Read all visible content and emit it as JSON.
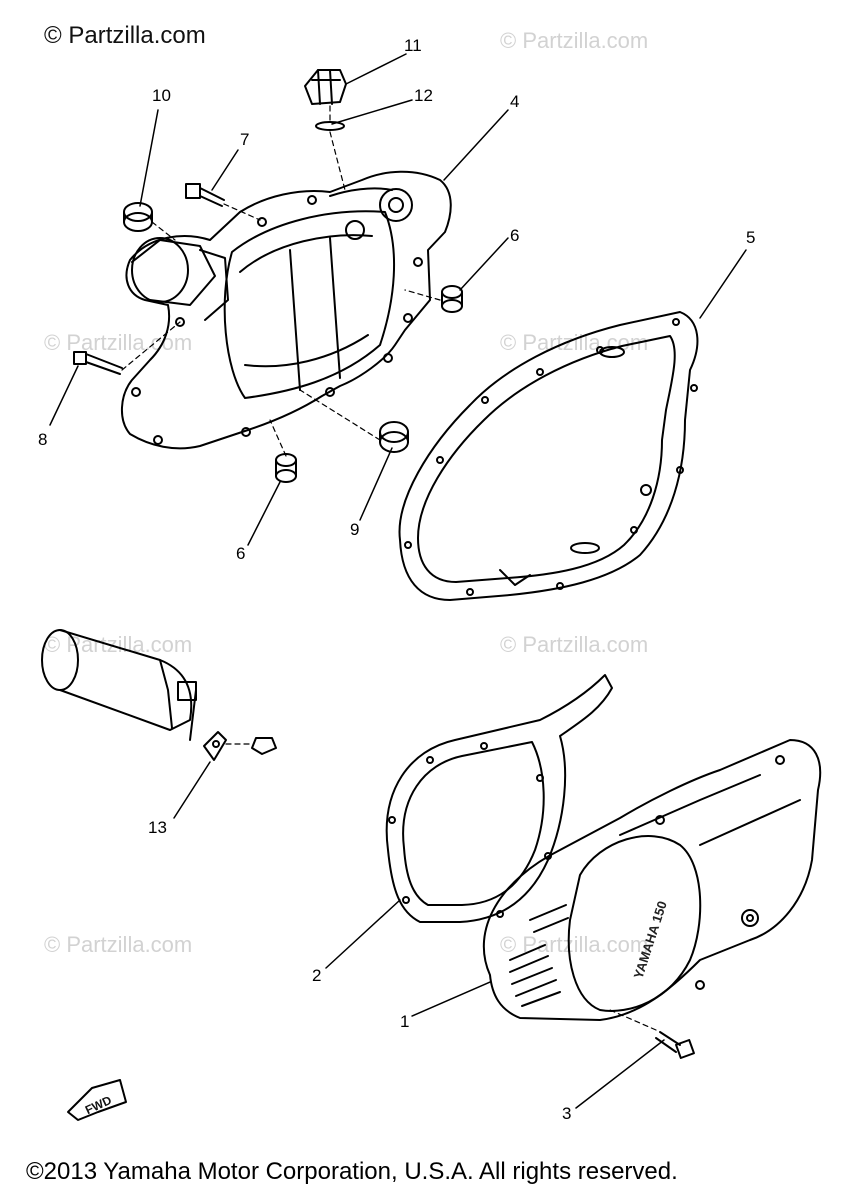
{
  "watermarks": {
    "top_left": "© Partzilla.com",
    "repeat": "© Partzilla.com"
  },
  "copyright": "©2013 Yamaha Motor Corporation, U.S.A. All rights reserved.",
  "callouts": [
    "11",
    "12",
    "4",
    "10",
    "7",
    "6",
    "5",
    "8",
    "9",
    "6",
    "13",
    "2",
    "1",
    "3"
  ],
  "cover_logo": "YAMAHA 150",
  "fwd_tag": "FWD"
}
